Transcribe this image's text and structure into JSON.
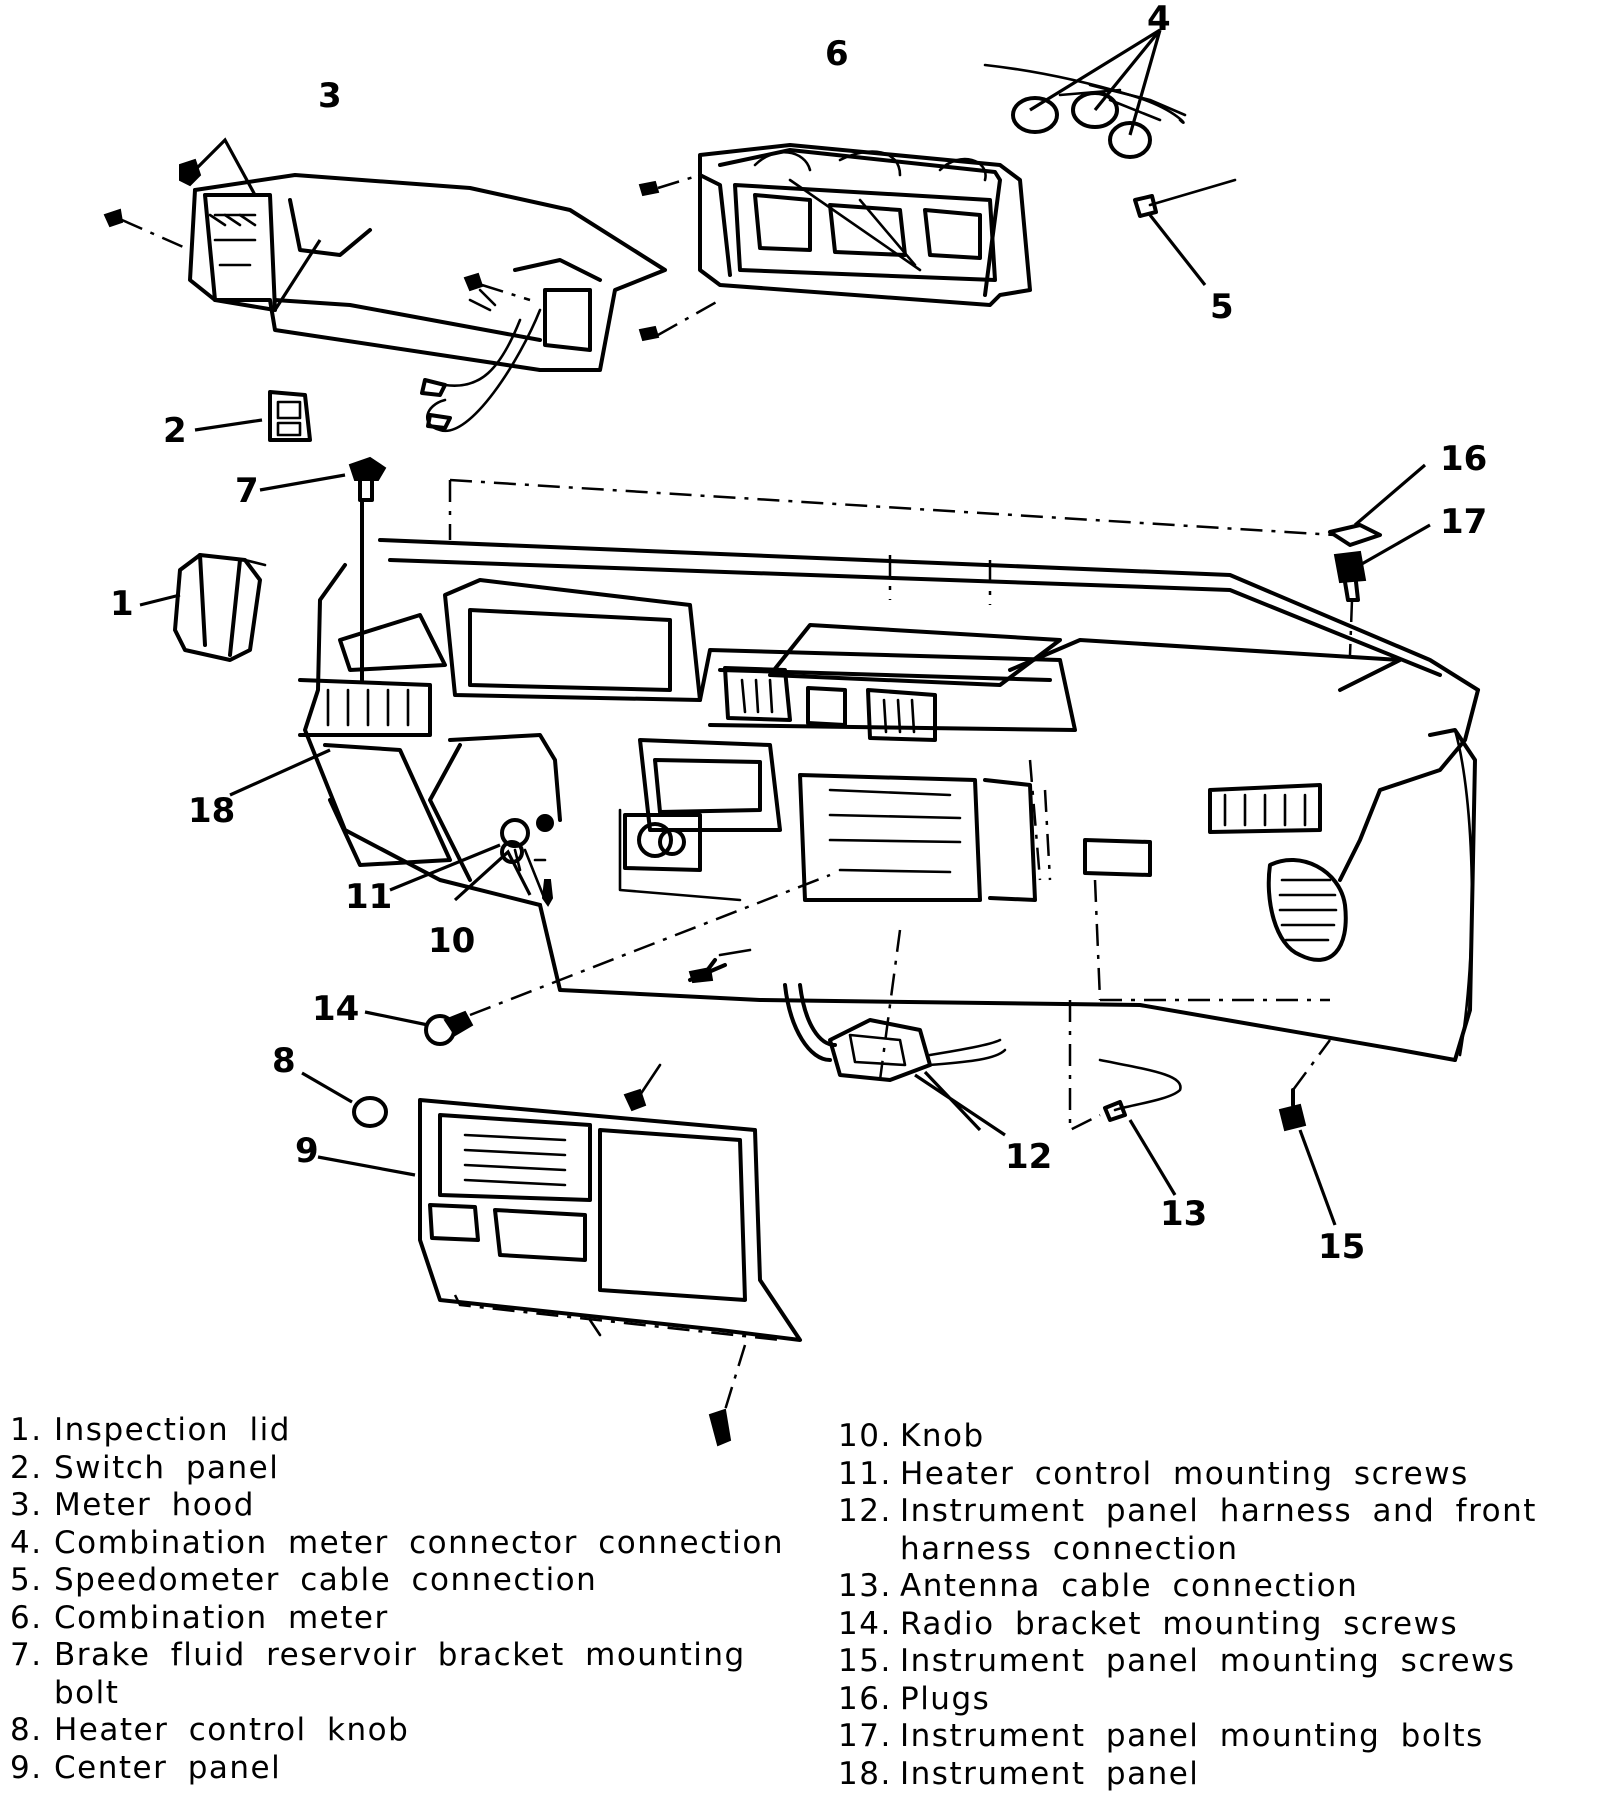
{
  "callouts": [
    "1",
    "2",
    "3",
    "4",
    "5",
    "6",
    "7",
    "8",
    "9",
    "10",
    "11",
    "12",
    "13",
    "14",
    "15",
    "16",
    "17",
    "18"
  ],
  "legend": {
    "left": [
      {
        "num": "1.",
        "text": "Inspection lid"
      },
      {
        "num": "2.",
        "text": "Switch panel"
      },
      {
        "num": "3.",
        "text": "Meter hood"
      },
      {
        "num": "4.",
        "text": "Combination meter connector connection"
      },
      {
        "num": "5.",
        "text": "Speedometer cable connection"
      },
      {
        "num": "6.",
        "text": "Combination meter"
      },
      {
        "num": "7.",
        "text": "Brake fluid reservoir bracket mounting bolt"
      },
      {
        "num": "8.",
        "text": "Heater control knob"
      },
      {
        "num": "9.",
        "text": "Center panel"
      }
    ],
    "right": [
      {
        "num": "10.",
        "text": "Knob"
      },
      {
        "num": "11.",
        "text": "Heater control mounting screws"
      },
      {
        "num": "12.",
        "text": "Instrument panel harness and front harness connection"
      },
      {
        "num": "13.",
        "text": "Antenna cable connection"
      },
      {
        "num": "14.",
        "text": "Radio bracket mounting screws"
      },
      {
        "num": "15.",
        "text": "Instrument panel mounting screws"
      },
      {
        "num": "16.",
        "text": "Plugs"
      },
      {
        "num": "17.",
        "text": "Instrument panel mounting bolts"
      },
      {
        "num": "18.",
        "text": "Instrument panel"
      }
    ]
  }
}
